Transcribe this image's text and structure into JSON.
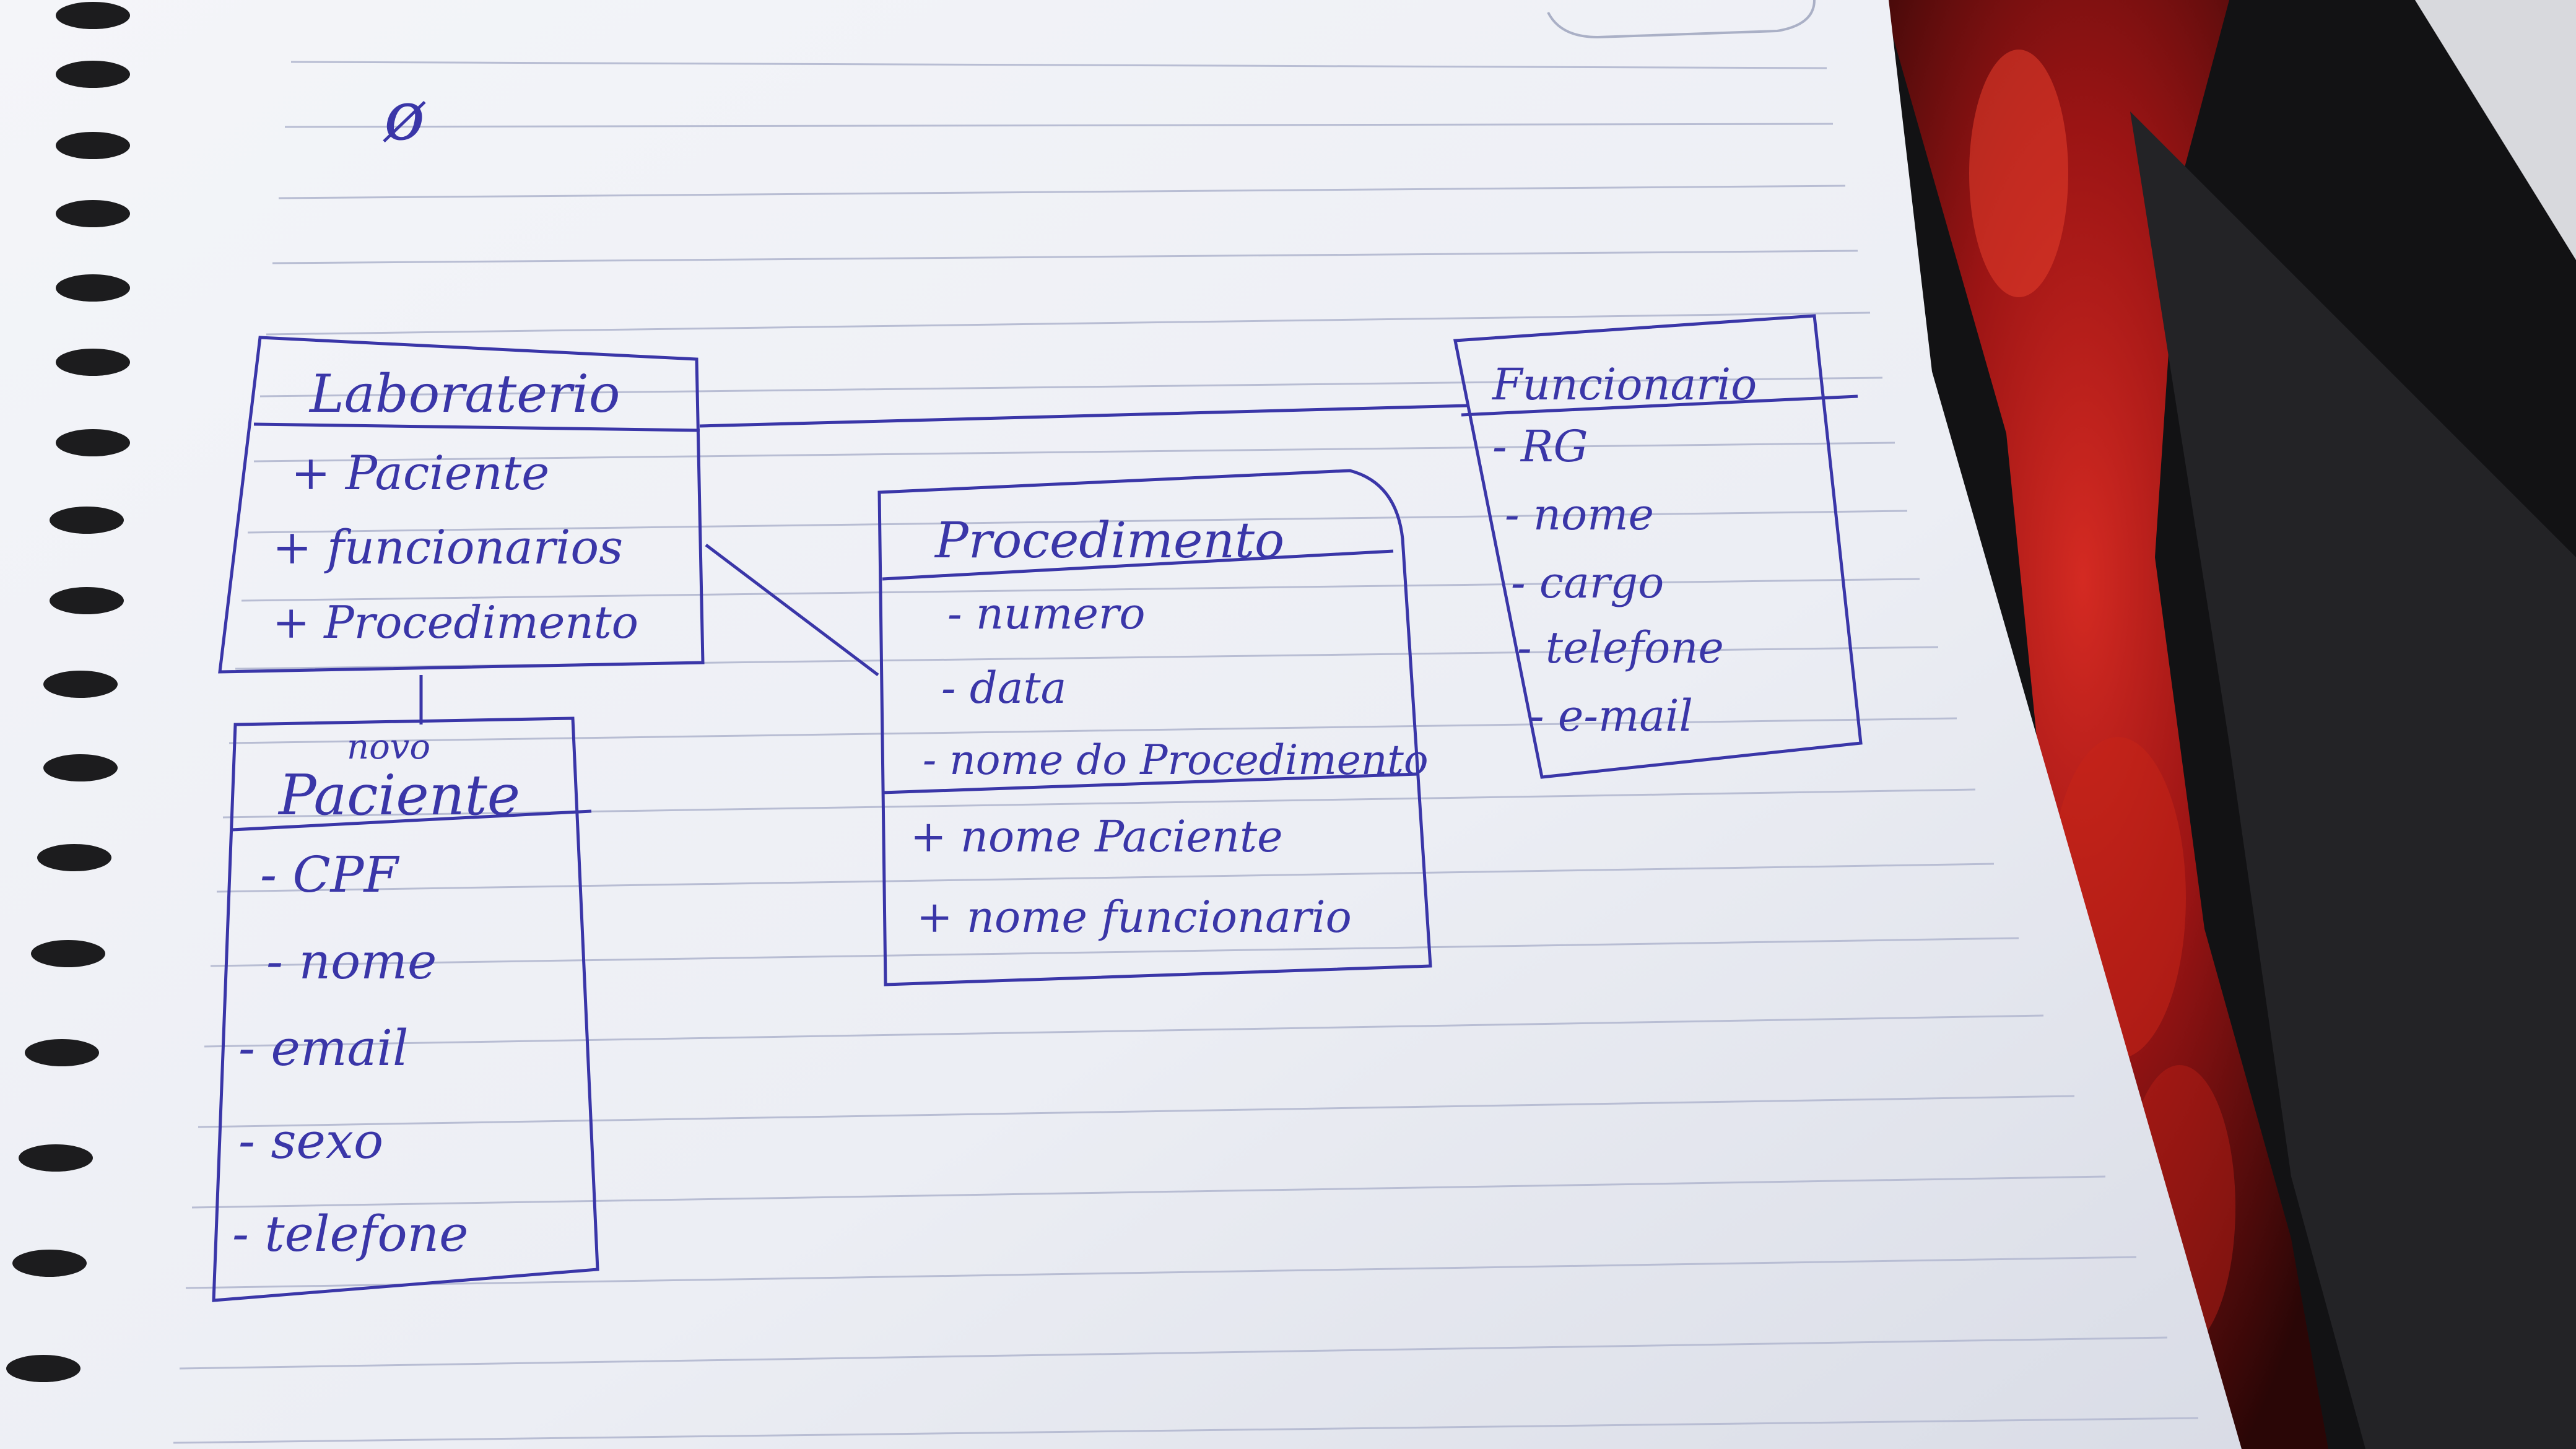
{
  "page": {
    "corner_mark": "ø",
    "paper_color": "#f1f2f7",
    "ink_color": "#3a36a8",
    "rule_color": "#b8bdd3",
    "fabric_color": "#b21818"
  },
  "diagram": {
    "classes": [
      {
        "id": "laboratorio",
        "name": "Laboraterio",
        "attributes": [
          "+ Paciente",
          "+ funcionarios",
          "+ Procedimento"
        ]
      },
      {
        "id": "procedimento",
        "name": "Procedimento",
        "attributes": [
          "- numero",
          "- data",
          "- nome do Procedimento"
        ],
        "methods": [
          "+ nome Paciente",
          "+ nome funcionario"
        ]
      },
      {
        "id": "funcionario",
        "name": "Funcionario",
        "attributes": [
          "- RG",
          "- nome",
          "- cargo",
          "- telefone",
          "- e-mail"
        ]
      },
      {
        "id": "paciente",
        "annotation": "novo",
        "name": "Paciente",
        "attributes": [
          "- CPF",
          "- nome",
          "- email",
          "- sexo",
          "- telefone"
        ]
      }
    ],
    "connections": [
      {
        "from": "laboratorio",
        "to": "funcionario"
      },
      {
        "from": "laboratorio",
        "to": "procedimento"
      },
      {
        "from": "laboratorio",
        "to": "paciente"
      }
    ]
  }
}
